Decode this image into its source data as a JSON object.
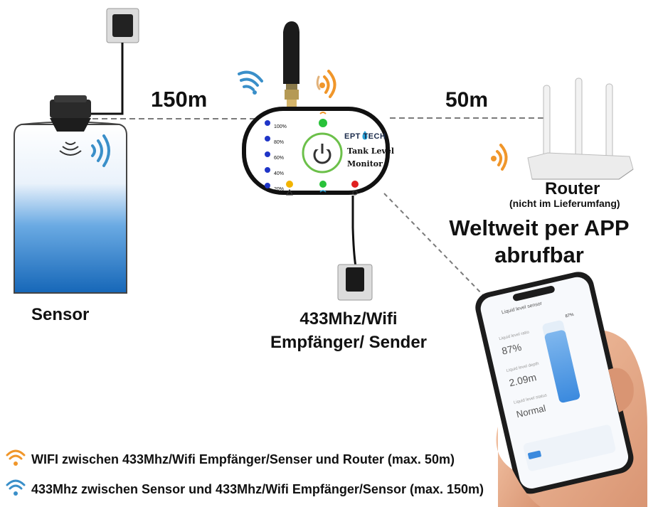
{
  "distances": {
    "sensor_to_receiver": "150m",
    "receiver_to_router": "50m"
  },
  "sensor": {
    "label": "Sensor"
  },
  "receiver": {
    "label_line1": "433Mhz/Wifi",
    "label_line2": "Empfänger/ Sender",
    "brand": "EPT TECH",
    "title_line1": "Tank Level",
    "title_line2": "Monitor",
    "levels": [
      "100%",
      "80%",
      "60%",
      "40%",
      "20%"
    ]
  },
  "router": {
    "label": "Router",
    "note": "(nicht im Lieferumfang)"
  },
  "app_headline": {
    "line1": "Weltweit per APP",
    "line2": "abrufbar"
  },
  "phone": {
    "screen_title": "Liquid level sensor",
    "percent_label": "Liquid level ratio",
    "percent_value": "87%",
    "depth_label": "Liquid level depth",
    "depth_value": "2.09m",
    "status_label": "Liquid level status",
    "status_value": "Normal",
    "bar_label": "87%"
  },
  "legend": {
    "wifi": "WIFI zwischen 433Mhz/Wifi Empfänger/Senser und Router (max. 50m)",
    "rf": "433Mhz zwischen Sensor und 433Mhz/Wifi Empfänger/Sensor (max. 150m)"
  },
  "colors": {
    "wifi": "#f0962a",
    "rf": "#3a8fc9",
    "tank_top": "#ffffff",
    "tank_bottom": "#1c72c4"
  }
}
